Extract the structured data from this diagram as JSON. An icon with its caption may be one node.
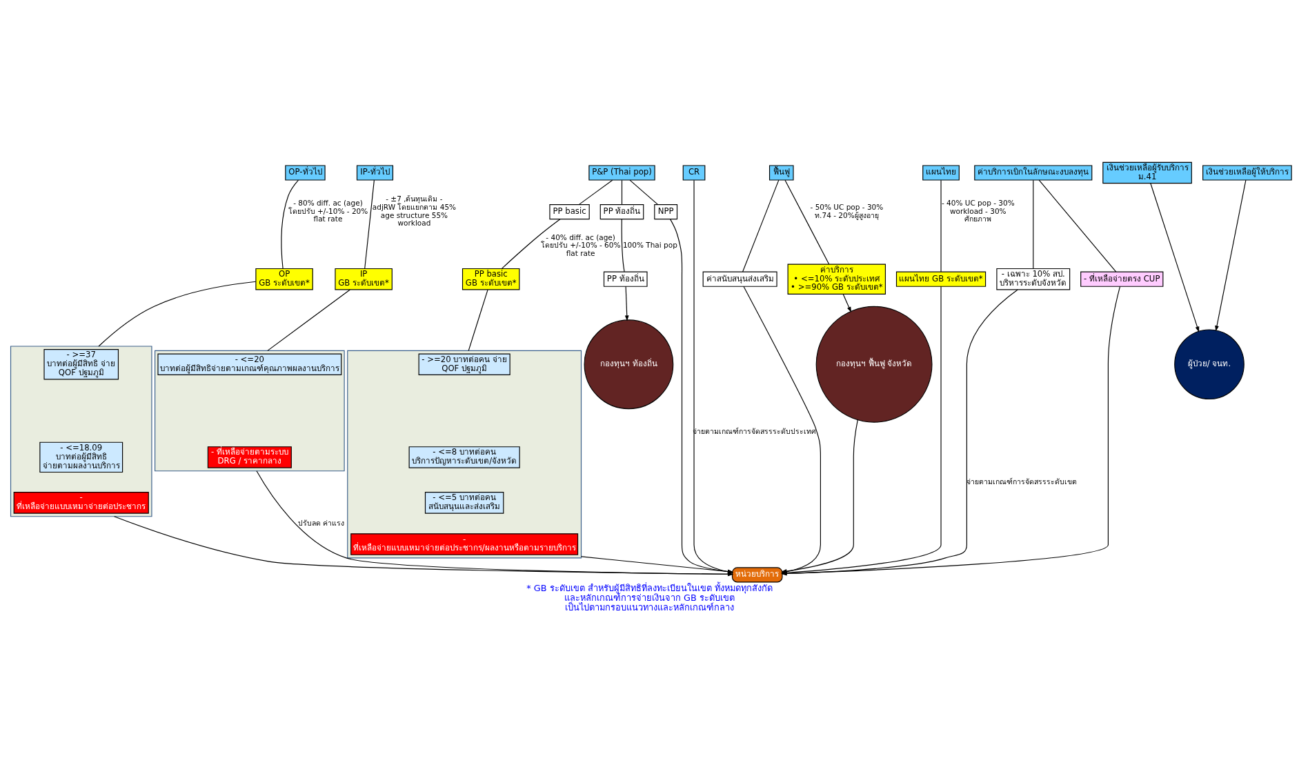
{
  "diagram": {
    "caption": "* GB ระดับเขต สำหรับผู้มีสิทธิที่ลงทะเบียนในเขต ทั้งหมดทุกสังกัด และหลักเกณฑ์การจ่ายเงินจาก GB ระดับเขต เป็นไปตามกรอบแนวทางและหลักเกณฑ์กลาง",
    "nodes": [
      {
        "text": [
          "OP-ทั่วไป"
        ]
      },
      {
        "text": [
          "IP-ทั่วไป"
        ]
      },
      {
        "text": [
          "P&P (Thai pop)"
        ]
      },
      {
        "text": [
          "CR"
        ]
      },
      {
        "text": [
          "ฟื้นฟู"
        ]
      },
      {
        "text": [
          "แผนไทย"
        ]
      },
      {
        "text": [
          "ค่าบริการเบิกในลักษณะงบลงทุน"
        ]
      },
      {
        "text": [
          "เงินช่วยเหลือผู้รับบริการ ม.41"
        ]
      },
      {
        "text": [
          "เงินช่วยเหลือผู้ให้บริการ"
        ]
      },
      {
        "text": [
          "PP basic"
        ]
      },
      {
        "text": [
          "PP ท้องถิ่น"
        ]
      },
      {
        "text": [
          "NPP"
        ]
      },
      {
        "text": [
          "OP",
          "GB ระดับเขต*"
        ]
      },
      {
        "text": [
          "IP",
          "GB ระดับเขต*"
        ]
      },
      {
        "text": [
          "PP basic",
          "GB ระดับเขต*"
        ]
      },
      {
        "text": [
          "PP ท้องถิ่น"
        ]
      },
      {
        "text": [
          "ค่าสนับสนุนส่งเสริม"
        ]
      },
      {
        "text": [
          "ค่าบริการ",
          "• <=10% ระดับประเทศ",
          "• >=90% GB ระดับเขต*"
        ]
      },
      {
        "text": [
          "แผนไทย GB ระดับเขต*"
        ]
      },
      {
        "text": [
          "- เฉพาะ 10% สป. บริหารระดับจังหวัด"
        ]
      },
      {
        "text": [
          "- ที่เหลือจ่ายตรง CUP"
        ]
      },
      {
        "text": [],
        "shape": "box"
      },
      {
        "text": [
          "- >=37 บาทต่อผู้มีสิทธิ จ่าย QOF ปฐมภูมิ"
        ],
        "in": 21
      },
      {
        "text": [
          "- <=18.09 บาทต่อผู้มีสิทธิ จ่ายตามผลงานบริการ"
        ],
        "in": 21
      },
      {
        "text": [
          "- ที่เหลือจ่ายแบบเหมาจ่ายต่อประชากร"
        ],
        "in": 21
      },
      {
        "text": [],
        "shape": "box"
      },
      {
        "text": [
          "- <=20 บาทต่อผู้มีสิทธิจ่ายตามเกณฑ์คุณภาพผลงานบริการ"
        ],
        "in": 25
      },
      {
        "text": [
          "- ที่เหลือจ่ายตามระบบ DRG / ราคากลาง"
        ],
        "in": 25
      },
      {
        "text": [],
        "shape": "box"
      },
      {
        "text": [
          "- >=20 บาทต่อคน จ่าย QOF ปฐมภูมิ"
        ],
        "in": 28
      },
      {
        "text": [
          "- <=8 บาทต่อคน บริการปัญหาระดับเขต/จังหวัด"
        ],
        "in": 28
      },
      {
        "text": [
          "- <=5 บาทต่อคน สนับสนุนและส่งเสริม"
        ],
        "in": 28
      },
      {
        "text": [
          "- ที่เหลือจ่ายแบบเหมาจ่ายต่อประชากร/ผลงานหรือตามรายบริการ"
        ],
        "in": 28
      },
      {
        "text": [
          "กองทุนฯ ท้องถิ่น"
        ]
      },
      {
        "text": [
          "กองทุนฯ ฟื้นฟู จังหวัด"
        ]
      },
      {
        "text": [
          "ผู้ป่วย/ จนท."
        ]
      },
      {
        "text": [
          "หน่วยบริการ"
        ]
      }
    ],
    "edges": [
      {
        "from": 0,
        "to": 12,
        "arrow": "none",
        "label": "- 80% diff. ac (age) โดยปรับ +/-10% - 20% flat rate"
      },
      {
        "from": 1,
        "to": 13,
        "arrow": "none",
        "label": "- ±7 ,ต้นทุนเดิม - adjRW โดยแยกตาม 45% age structure 55% workload"
      },
      {
        "from": 2,
        "to": 9,
        "arrow": "none"
      },
      {
        "from": 2,
        "to": 10,
        "arrow": "none"
      },
      {
        "from": 2,
        "to": 11,
        "arrow": "none"
      },
      {
        "from": 9,
        "to": 14,
        "arrow": "none",
        "label": "- 40% diff. ac (age) โดยปรับ +/-10% - 60% flat rate"
      },
      {
        "from": 10,
        "to": 15,
        "arrow": "none",
        "label": "100% Thai pop"
      },
      {
        "from": 12,
        "to": 21,
        "arrow": "none"
      },
      {
        "from": 13,
        "to": 25,
        "arrow": "none"
      },
      {
        "from": 14,
        "to": 28,
        "arrow": "none"
      },
      {
        "from": 15,
        "to": 33,
        "arrow": "to"
      },
      {
        "from": 4,
        "to": 16,
        "arrow": "none"
      },
      {
        "from": 4,
        "to": 17,
        "arrow": "none",
        "label": "- 50% UC pop - 30% ท.74 - 20%ผู้สูงอายุ"
      },
      {
        "from": 5,
        "to": 18,
        "arrow": "none",
        "label": "- 40% UC pop - 30% workload - 30% ศักยภาพ"
      },
      {
        "from": 6,
        "to": 19,
        "arrow": "none"
      },
      {
        "from": 6,
        "to": 20,
        "arrow": "none"
      },
      {
        "from": 17,
        "to": 34,
        "arrow": "to"
      },
      {
        "from": 7,
        "to": 35,
        "arrow": "to"
      },
      {
        "from": 8,
        "to": 35,
        "arrow": "to"
      },
      {
        "from": 11,
        "to": 36,
        "arrow": "to"
      },
      {
        "from": 3,
        "to": 36,
        "arrow": "to",
        "label": "จ่ายตามเกณฑ์การจัดสรรระดับประเทศ"
      },
      {
        "from": 16,
        "to": 36,
        "arrow": "to"
      },
      {
        "from": 34,
        "to": 36,
        "arrow": "to"
      },
      {
        "from": 18,
        "to": 36,
        "arrow": "to"
      },
      {
        "from": 19,
        "to": 36,
        "arrow": "to",
        "label": "จ่ายตามเกณฑ์การจัดสรรระดับเขต"
      },
      {
        "from": 20,
        "to": 36,
        "arrow": "to"
      },
      {
        "from": 21,
        "to": 36,
        "arrow": "to"
      },
      {
        "from": 25,
        "to": 36,
        "arrow": "to",
        "label": "ปรับลด ค่าแรง"
      },
      {
        "from": 28,
        "to": 36,
        "arrow": "to"
      }
    ]
  }
}
